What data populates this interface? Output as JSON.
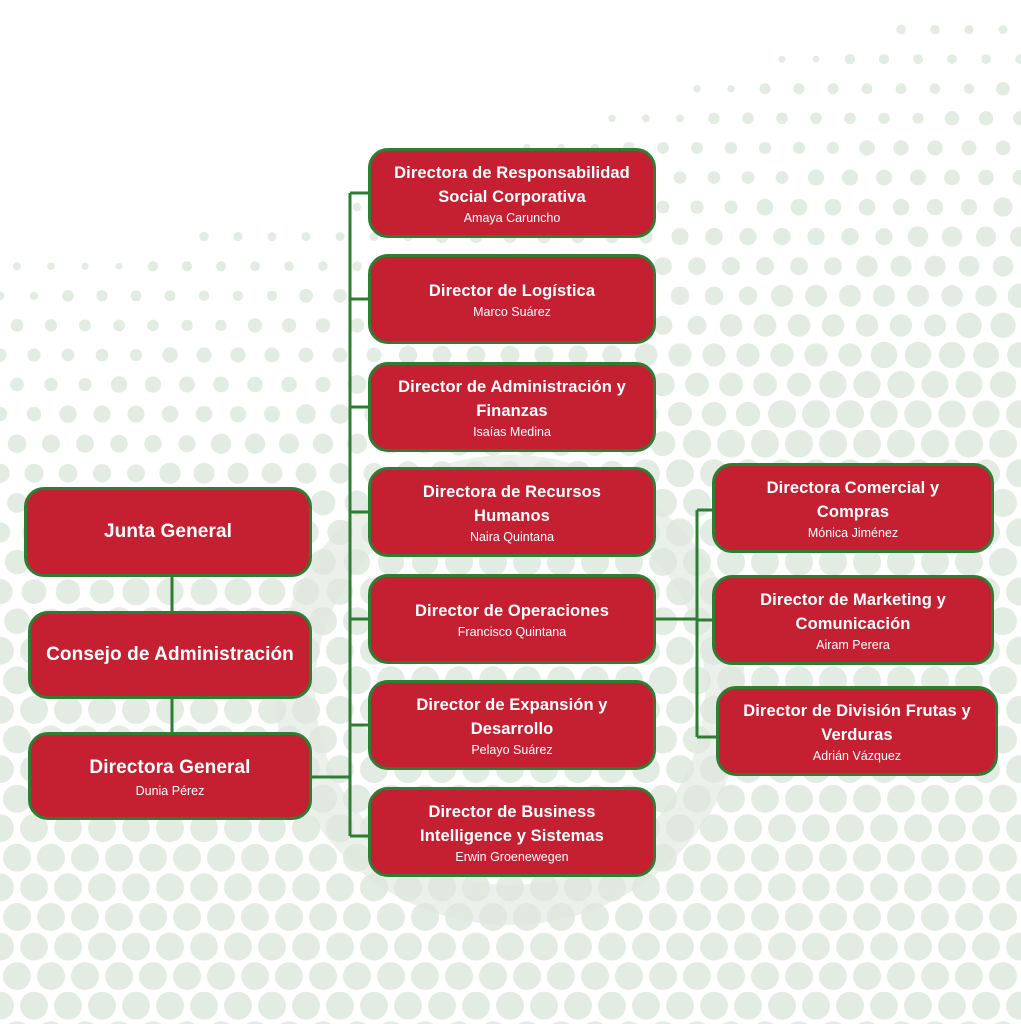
{
  "colors": {
    "box_fill": "#c42032",
    "box_border": "#2e7d32",
    "connector": "#2e7d32",
    "text": "#ffffff",
    "pattern": "#e3ece3"
  },
  "nodes": {
    "junta": {
      "title": "Junta General"
    },
    "consejo": {
      "title": "Consejo de Administración"
    },
    "directora_general": {
      "title": "Directora General",
      "person": "Dunia Pérez"
    },
    "rsc": {
      "title": "Directora de Responsabilidad Social Corporativa",
      "person": "Amaya Caruncho"
    },
    "logistica": {
      "title": "Director de Logística",
      "person": "Marco Suárez"
    },
    "administracion": {
      "title": "Director de Administración y Finanzas",
      "person": "Isaías Medina"
    },
    "rrhh": {
      "title": "Directora de Recursos Humanos",
      "person": "Naira Quintana"
    },
    "operaciones": {
      "title": "Director de Operaciones",
      "person": "Francisco Quintana"
    },
    "expansion": {
      "title": "Director de Expansión y Desarrollo",
      "person": "Pelayo Suárez"
    },
    "business": {
      "title": "Director de Business Intelligence y Sistemas",
      "person": "Erwin Groenewegen"
    },
    "comercial": {
      "title": "Directora Comercial y Compras",
      "person": "Mónica Jiménez"
    },
    "marketing": {
      "title": "Director de Marketing y Comunicación",
      "person": "Airam Perera"
    },
    "frutas": {
      "title": "Director de División Frutas y Verduras",
      "person": "Adrián Vázquez"
    }
  }
}
